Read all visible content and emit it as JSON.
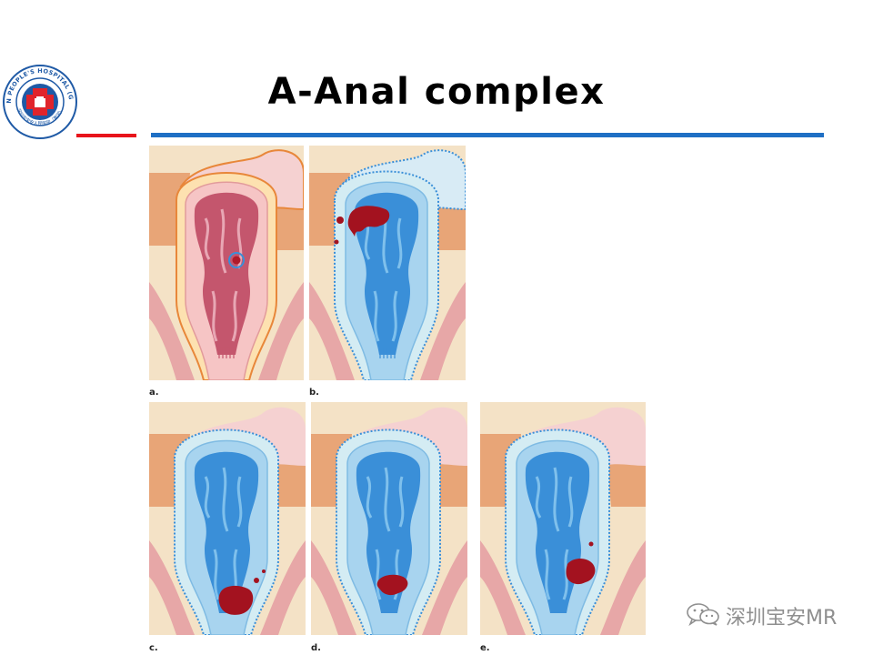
{
  "slide": {
    "title": "A-Anal complex",
    "logo_ring_text": "BAOAN PEOPLE'S HOSPITAL (GROUP)",
    "logo_chinese": "深圳市宝安人民医院（集团）"
  },
  "figure": {
    "panels": [
      {
        "label": "a.",
        "state": "muscle layers outlined, small lesion inside"
      },
      {
        "label": "b.",
        "state": "lesion at upper left wall"
      },
      {
        "label": "c.",
        "state": "lesion at lower left wall"
      },
      {
        "label": "d.",
        "state": "lesion at lower midline"
      },
      {
        "label": "e.",
        "state": "lesion at lower right wall"
      }
    ]
  },
  "watermark": {
    "text": "深圳宝安MR",
    "icon": "wechat-icon"
  },
  "colors": {
    "rule_red": "#e8141b",
    "rule_blue": "#1f6fc4",
    "logo_blue": "#1f5aa6",
    "logo_red": "#e0242b",
    "lumen_blue": "#3a8fd8",
    "lesion": "#a3121f"
  }
}
